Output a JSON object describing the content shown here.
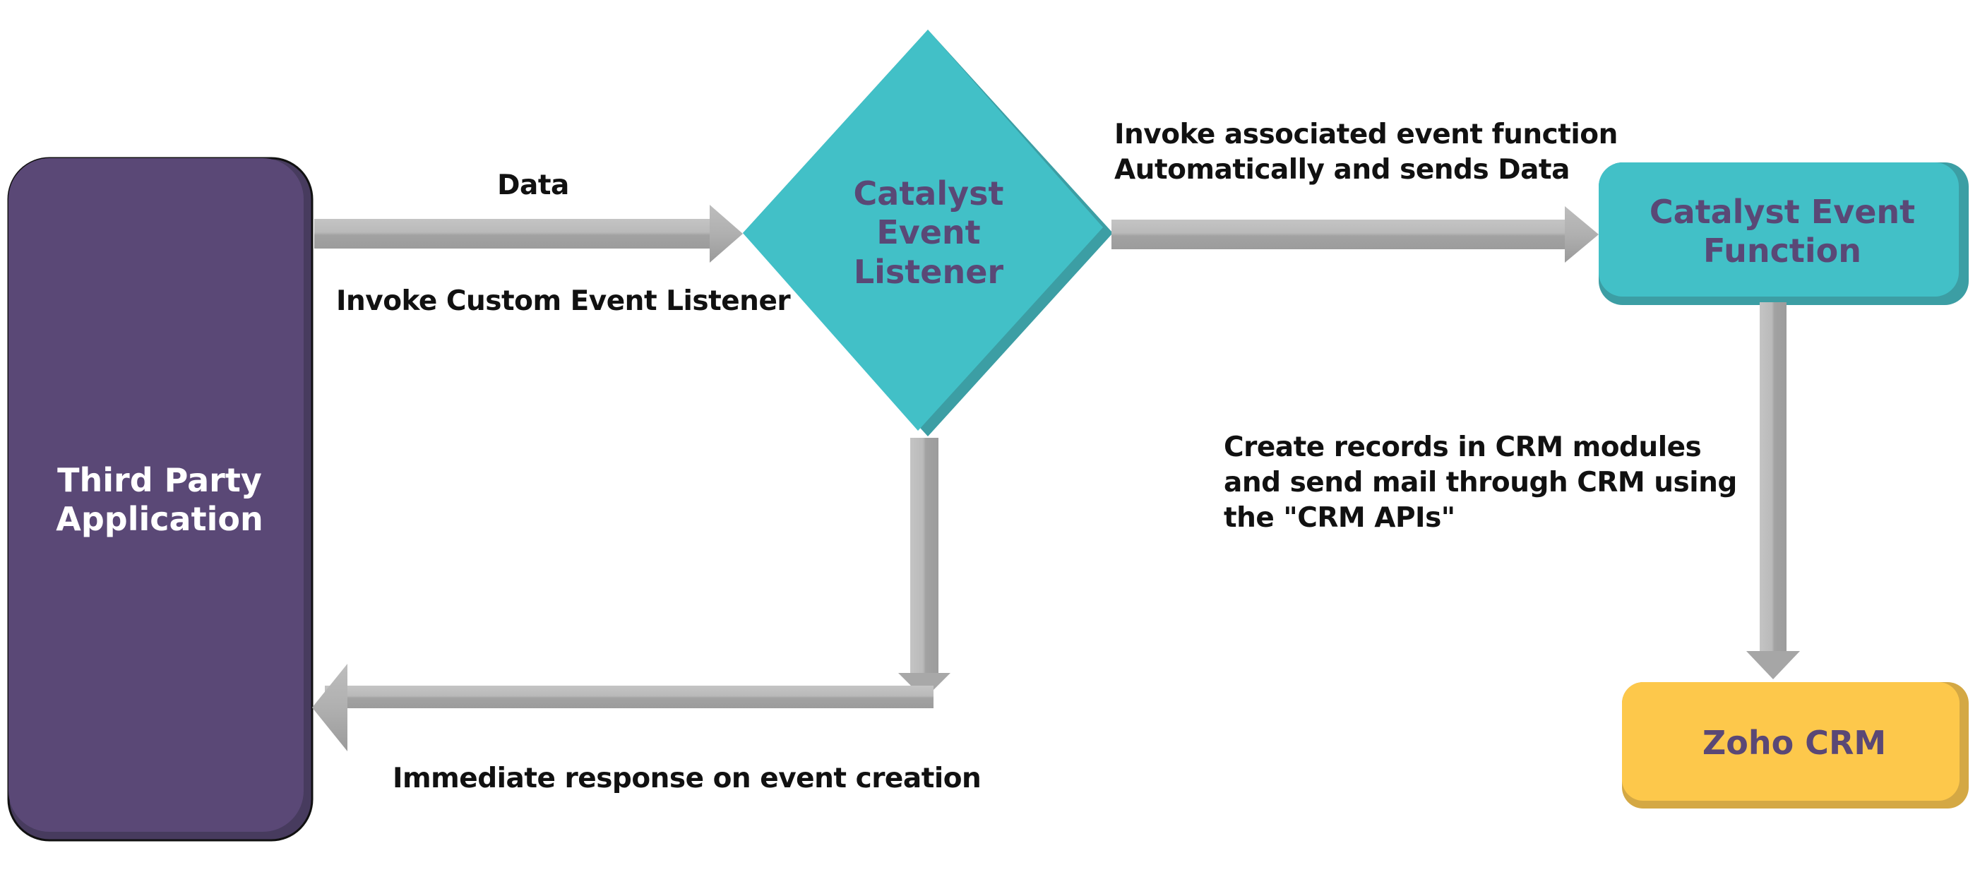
{
  "diagram": {
    "nodes": {
      "third_party": {
        "label": "Third Party Application",
        "shape": "rounded-rectangle",
        "fill": "#5a4876"
      },
      "listener": {
        "label": "Catalyst Event Listener",
        "shape": "diamond",
        "fill": "#42c0c7"
      },
      "function": {
        "label": "Catalyst Event Function",
        "shape": "rounded-rectangle",
        "fill": "#42c0c7"
      },
      "crm": {
        "label": "Zoho CRM",
        "shape": "rounded-rectangle",
        "fill": "#fdc84b"
      }
    },
    "edges": {
      "data_in": {
        "from": "third_party",
        "to": "listener",
        "label_top": "Data",
        "label_bottom": "Invoke Custom Event Listener"
      },
      "invoke_function": {
        "from": "listener",
        "to": "function",
        "label": "Invoke associated event function\nAutomatically and sends Data"
      },
      "crm_apis": {
        "from": "function",
        "to": "crm",
        "label": "Create records in CRM modules\nand send mail through CRM using\nthe \"CRM APIs\""
      },
      "response": {
        "from": "listener",
        "to": "third_party",
        "label": "Immediate response on event creation"
      }
    },
    "colors": {
      "node_text_purple": "#5a4876",
      "arrow_light": "#bdbdbd",
      "arrow_dark": "#9e9e9e",
      "label_text": "#111111"
    }
  }
}
